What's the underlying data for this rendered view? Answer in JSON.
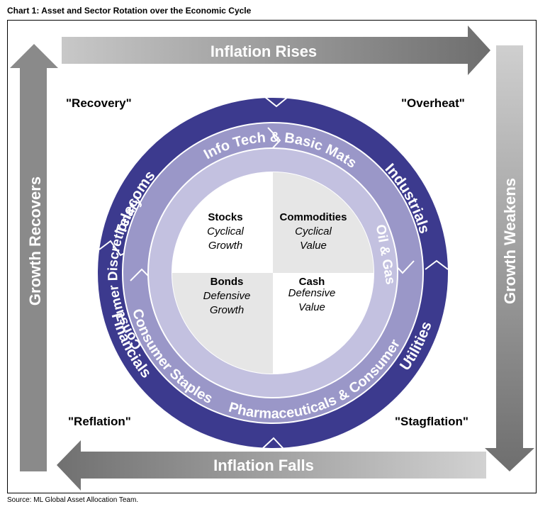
{
  "title": "Chart 1: Asset and Sector Rotation over the Economic Cycle",
  "source": "Source: ML Global Asset Allocation Team.",
  "arrows": {
    "top": "Inflation Rises",
    "right": "Growth Weakens",
    "bottom": "Inflation Falls",
    "left": "Growth Recovers"
  },
  "phases": {
    "top_left": "\"Recovery\"",
    "top_right": "\"Overheat\"",
    "bottom_right": "\"Stagflation\"",
    "bottom_left": "\"Reflation\""
  },
  "outer_ring": {
    "telecoms": "Telecoms",
    "industrials": "Industrials",
    "utilities": "Utilities",
    "financials": "Financials"
  },
  "middle_ring": {
    "info_tech": "Info Tech & Basic Mats",
    "oil_gas": "Oil & Gas",
    "pharma": "Pharmaceuticals & Consumer",
    "staples": "Consumer Staples",
    "discretionary": "Consumer Discretionary"
  },
  "quadrants": {
    "stocks": {
      "title": "Stocks",
      "line1": "Cyclical",
      "line2": "Growth"
    },
    "commodities": {
      "title": "Commodities",
      "line1": "Cyclical",
      "line2": "Value"
    },
    "bonds": {
      "title": "Bonds",
      "line1": "Defensive",
      "line2": "Growth"
    },
    "cash": {
      "title": "Cash",
      "line1": "Defensive",
      "line2": "Value"
    }
  },
  "colors": {
    "outer_ring": "#3c3a8e",
    "middle_ring": "#9a97c8",
    "inner_ring": "#c3c1e0",
    "quadrant_grey": "#e6e6e6",
    "arrow_dark": "#7a7a7a",
    "arrow_light": "#d0d0d0"
  }
}
